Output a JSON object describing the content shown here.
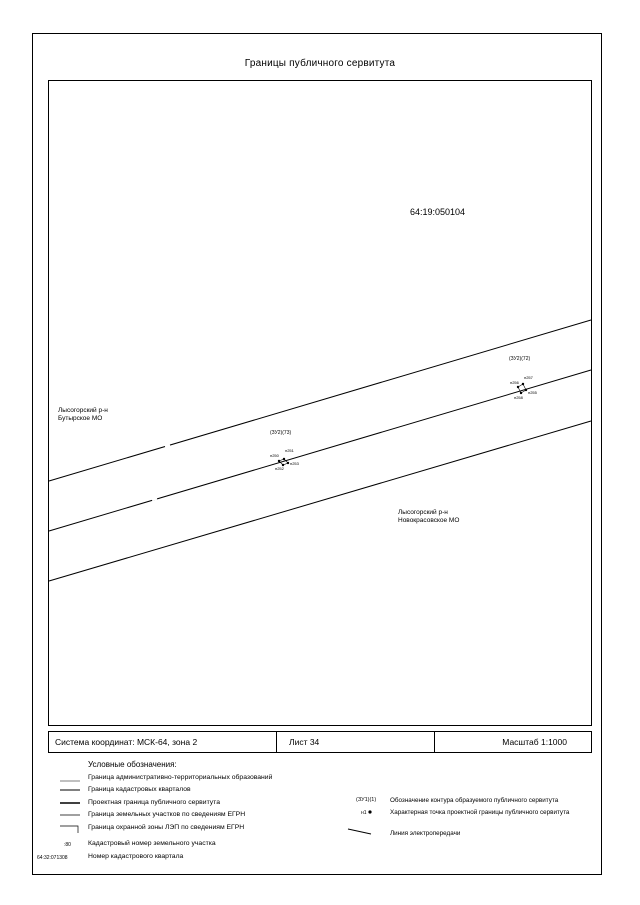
{
  "map": {
    "title": "Границы публичного сервитута",
    "cadastral_quarter": "64:19:050104",
    "region_labels": [
      {
        "line1": "Лысогорский р-н",
        "line2": "Бутырское МО"
      },
      {
        "line1": "Лысогорский р-н",
        "line2": "Новокрасовское МО"
      }
    ],
    "contours": [
      "(ЗУ2)(73)",
      "(ЗУ2)(72)"
    ],
    "point_labels": [
      "н251",
      "н250",
      "н253",
      "н252",
      "н257",
      "н256",
      "н255",
      "н258"
    ]
  },
  "info": {
    "coord_system": "Система координат: МСК-64, зона 2",
    "sheet": "Лист 34",
    "scale": "Масштаб 1:1000"
  },
  "legend": {
    "title": "Условные обозначения:",
    "items": [
      "Граница административно-территориальных образований",
      "Граница кадастровых кварталов",
      "Проектная граница публичного сервитута",
      "Граница земельных участков по сведениям ЕГРН",
      "Граница охранной зоны ЛЭП по сведениям ЕГРН",
      "Кадастровый номер земельного участка",
      "Номер кадастрового квартала",
      "Обозначение контура образуемого публичного сервитута",
      "Характерная точка проектной границы публичного сервитута",
      "Линия электропередачи"
    ],
    "sample_cadnum": ":80",
    "sample_quarter": "64:32:071308",
    "sample_contour": "(ЗУ1)(1)",
    "sample_point": "н1"
  }
}
